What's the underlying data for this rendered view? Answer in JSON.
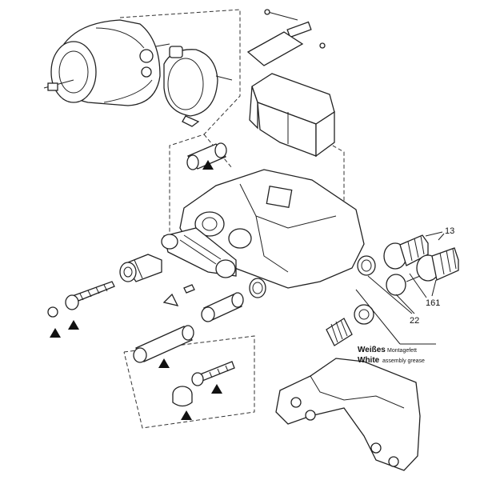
{
  "callouts": {
    "c13": "13",
    "c161": "161",
    "c22": "22"
  },
  "grease_label": {
    "de_main": "Weißes",
    "de_sub": "Montagefett",
    "en_main": "White",
    "en_sub": "assembly grease"
  },
  "colors": {
    "line": "#222222",
    "marker": "#111111",
    "background": "#ffffff"
  },
  "marker_icon": "filled-triangle"
}
